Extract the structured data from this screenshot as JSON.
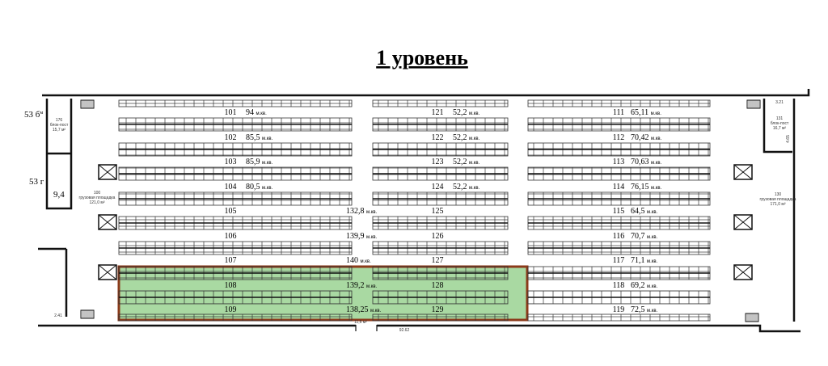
{
  "title": "1 уровень",
  "colors": {
    "highlight_fill": "#a9d9a2",
    "highlight_border": "#8b3a1a",
    "walls": "#111111",
    "shelves": "#333333"
  },
  "unit_label": "м.кв.",
  "left_units": [
    {
      "num": "101",
      "area": "94"
    },
    {
      "num": "102",
      "area": "85,5"
    },
    {
      "num": "103",
      "area": "85,9"
    },
    {
      "num": "104",
      "area": "80,5"
    },
    {
      "num": "105",
      "area": "132,8"
    },
    {
      "num": "106",
      "area": "139,9"
    },
    {
      "num": "107",
      "area": "140"
    },
    {
      "num": "108",
      "area": "139,2"
    },
    {
      "num": "109",
      "area": "138,25"
    }
  ],
  "middle_units": [
    {
      "num": "121",
      "area": "52,2"
    },
    {
      "num": "122",
      "area": "52,2"
    },
    {
      "num": "123",
      "area": "52,2"
    },
    {
      "num": "124",
      "area": "52,2"
    },
    {
      "num": "125",
      "area": ""
    },
    {
      "num": "126",
      "area": ""
    },
    {
      "num": "127",
      "area": ""
    },
    {
      "num": "128",
      "area": ""
    },
    {
      "num": "129",
      "area": ""
    }
  ],
  "right_units": [
    {
      "num": "111",
      "area": "65,11"
    },
    {
      "num": "112",
      "area": "70,42"
    },
    {
      "num": "113",
      "area": "70,63"
    },
    {
      "num": "114",
      "area": "76,15"
    },
    {
      "num": "115",
      "area": "64,5"
    },
    {
      "num": "116",
      "area": "70,7"
    },
    {
      "num": "117",
      "area": "71,1"
    },
    {
      "num": "118",
      "area": "69,2"
    },
    {
      "num": "119",
      "area": "72,5"
    }
  ],
  "highlighted_units": [
    "108",
    "109",
    "128",
    "129"
  ],
  "side_labels": {
    "l53b": "53 б",
    "l53b_sup": "м",
    "l53g": "53 г",
    "room94": "9,4"
  },
  "rooms": {
    "r176": [
      "176",
      "блок-пост",
      "15,7 м²"
    ],
    "r100": [
      "100",
      "грузовая площадка",
      "121,0 м²"
    ],
    "r130": [
      "130",
      "грузовая площадка",
      "171,0 м²"
    ],
    "r131": [
      "131",
      "блок-пост",
      "16,7 м²"
    ]
  },
  "dimensions": {
    "d321": "3.21",
    "d465": "4.65",
    "d241": "2.41",
    "d9262": "92.62",
    "d116": "11,6 м²"
  }
}
